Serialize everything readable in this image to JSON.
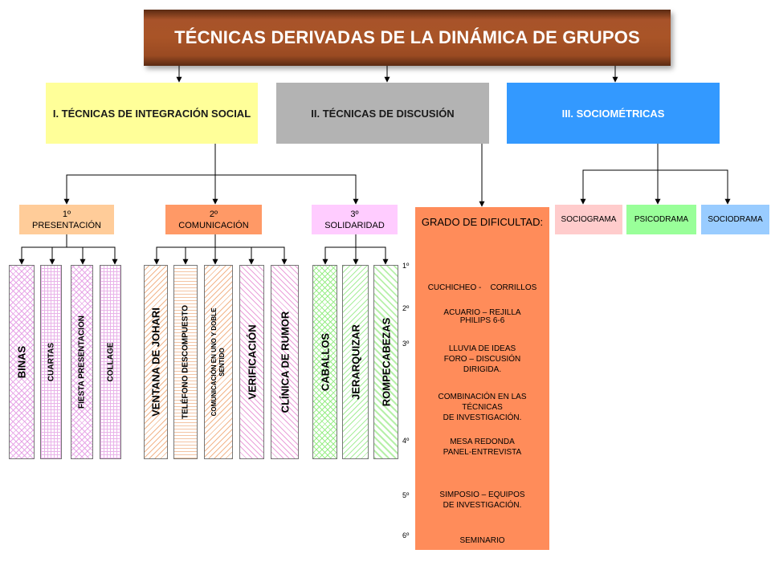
{
  "title": "TÉCNICAS DERIVADAS DE LA DINÁMICA DE GRUPOS",
  "categories": {
    "integration": "I. TÉCNICAS DE INTEGRACIÓN SOCIAL",
    "discussion": "II. TÉCNICAS DE DISCUSIÓN",
    "sociometric": "III. SOCIOMÉTRICAS"
  },
  "stages": {
    "presentation": {
      "num": "1º",
      "label": "PRESENTACIÓN"
    },
    "communication": {
      "num": "2º",
      "label": "COMUNICACIÓN"
    },
    "solidarity": {
      "num": "3º",
      "label": "SOLIDARIDAD"
    }
  },
  "techniques": {
    "presentation": [
      "BINAS",
      "CUARTAS",
      "FIESTA PRESENTACION",
      "COLLAGE"
    ],
    "communication": [
      "VENTANA DE JOHARI",
      "TELÉFONO DESCOMPUESTO",
      "COMUNICACIÓN EN UNO Y DOBLE SENTIDO",
      "VERIFICACIÓN",
      "CLÍNICA DE RUMOR"
    ],
    "solidarity": [
      "CABALLOS",
      "JERARQUIZAR",
      "ROMPECABEZAS"
    ]
  },
  "sociometric": [
    "SOCIOGRAMA",
    "PSICODRAMA",
    "SOCIODRAMA"
  ],
  "difficulty": {
    "title": "GRADO DE DIFICULTAD:",
    "levels": [
      {
        "num": "1º",
        "lines": [
          "CUCHICHEO -    CORRILLOS",
          "PHILIPS 6-6"
        ]
      },
      {
        "num": "2º",
        "lines": [
          "ACUARIO – REJILLA"
        ]
      },
      {
        "num": "3º",
        "lines": [
          "LLUVIA DE IDEAS",
          "FORO – DISCUSIÓN",
          "DIRIGIDA.",
          "COMBINACIÓN EN LAS",
          "TÉCNICAS",
          "DE INVESTIGACIÓN."
        ]
      },
      {
        "num": "4º",
        "lines": [
          "MESA REDONDA",
          "PANEL-ENTREVISTA"
        ]
      },
      {
        "num": "5º",
        "lines": [
          "SIMPOSIO – EQUIPOS",
          "DE INVESTIGACIÓN."
        ]
      },
      {
        "num": "6º",
        "lines": [
          "SEMINARIO"
        ]
      }
    ]
  }
}
